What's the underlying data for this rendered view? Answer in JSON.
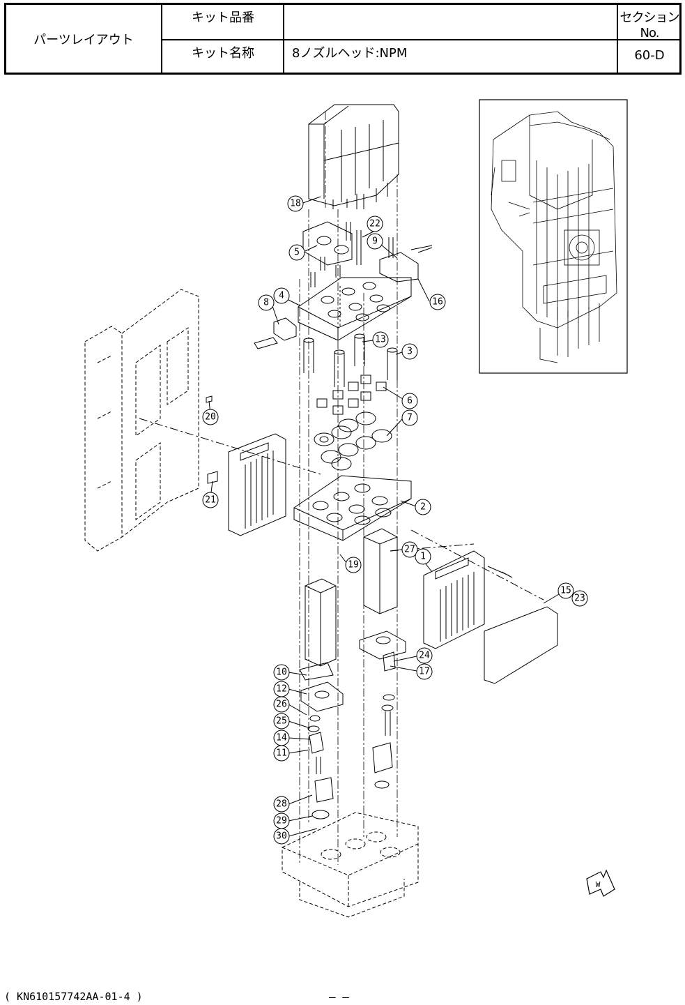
{
  "header": {
    "title": "パーツレイアウト",
    "kit_number_label": "キット品番",
    "kit_number_value": "",
    "kit_name_label": "キット名称",
    "kit_name_value": "8ノズルヘッド:NPM",
    "section_label": "セクションNo.",
    "section_value": "60-D"
  },
  "callouts": [
    "18",
    "22",
    "5",
    "9",
    "16",
    "4",
    "8",
    "13",
    "3",
    "20",
    "6",
    "7",
    "21",
    "2",
    "19",
    "27",
    "1",
    "15",
    "23",
    "24",
    "17",
    "10",
    "12",
    "26",
    "25",
    "14",
    "11",
    "28",
    "29",
    "30"
  ],
  "direction_mark": "W",
  "footer": {
    "doc_code": "( KN610157742AA-01-4 )",
    "page": "–        –"
  }
}
